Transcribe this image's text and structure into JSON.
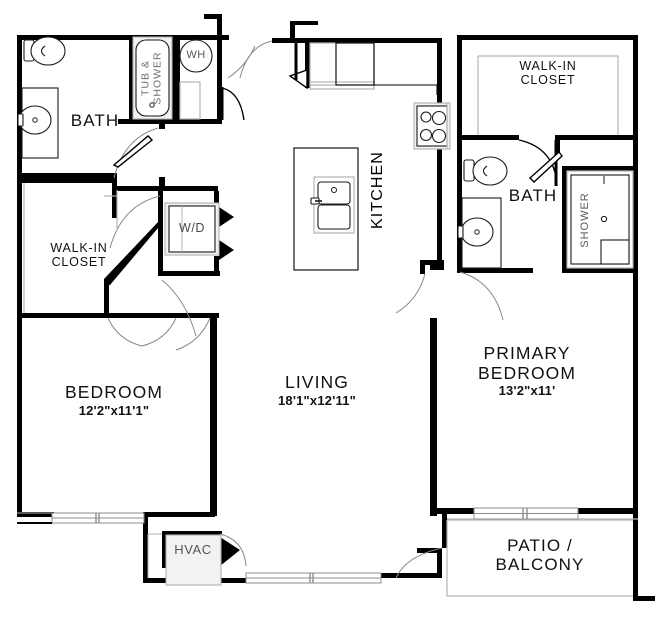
{
  "plan": {
    "title": "Two Bedroom Two Bath Apartment Floor Plan",
    "line_color": "#000000",
    "fixture_color": "#1a1a1a",
    "grey_color": "#8a8a8a",
    "background": "#ffffff"
  },
  "rooms": {
    "bath_left": {
      "name": "BATH"
    },
    "bath_right": {
      "name": "BATH"
    },
    "kitchen": {
      "name": "KITCHEN"
    },
    "living": {
      "name": "LIVING",
      "dimensions": "18'1\"x12'11\""
    },
    "bedroom": {
      "name": "BEDROOM",
      "dimensions": "12'2\"x11'1\""
    },
    "primary_bedroom": {
      "name_line1": "PRIMARY",
      "name_line2": "BEDROOM",
      "dimensions": "13'2\"x11'"
    },
    "patio": {
      "name_line1": "PATIO /",
      "name_line2": "BALCONY"
    },
    "walk_in_closet_left": {
      "name_line1": "WALK-IN",
      "name_line2": "CLOSET"
    },
    "walk_in_closet_right": {
      "name_line1": "WALK-IN",
      "name_line2": "CLOSET"
    }
  },
  "fixtures": {
    "tub_shower": {
      "label_line1": "TUB &",
      "label_line2": "SHOWER"
    },
    "water_heater": {
      "label": "WH"
    },
    "washer_dryer": {
      "label": "W/D"
    },
    "shower": {
      "label": "SHOWER"
    },
    "hvac": {
      "label": "HVAC"
    },
    "toilet_left": {
      "label": "toilet"
    },
    "toilet_right": {
      "label": "toilet"
    },
    "sink_left": {
      "label": "sink"
    },
    "sink_right": {
      "label": "sink"
    },
    "kitchen_sink": {
      "label": "kitchen-sink"
    },
    "range": {
      "label": "range"
    }
  }
}
